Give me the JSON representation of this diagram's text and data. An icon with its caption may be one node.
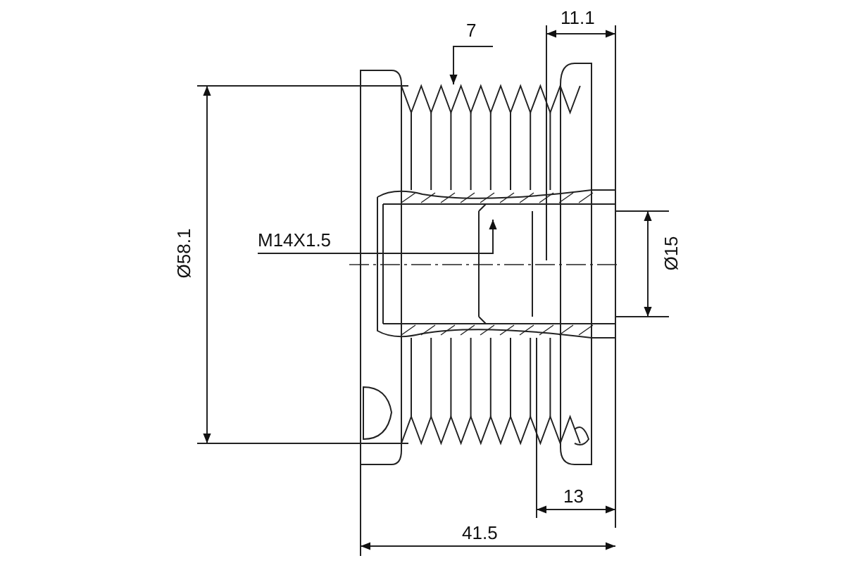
{
  "diagram": {
    "nodes": [
      {
        "text": [
          "7"
        ]
      },
      {
        "text": [
          "M14X1.5"
        ]
      }
    ],
    "edges": [
      {
        "from": 0,
        "to": null,
        "arrow": "to"
      },
      {
        "from": 1,
        "to": null,
        "arrow": "to"
      }
    ],
    "labels": [
      "11.1",
      "Ø58.1",
      "Ø15",
      "13",
      "41.5"
    ]
  }
}
